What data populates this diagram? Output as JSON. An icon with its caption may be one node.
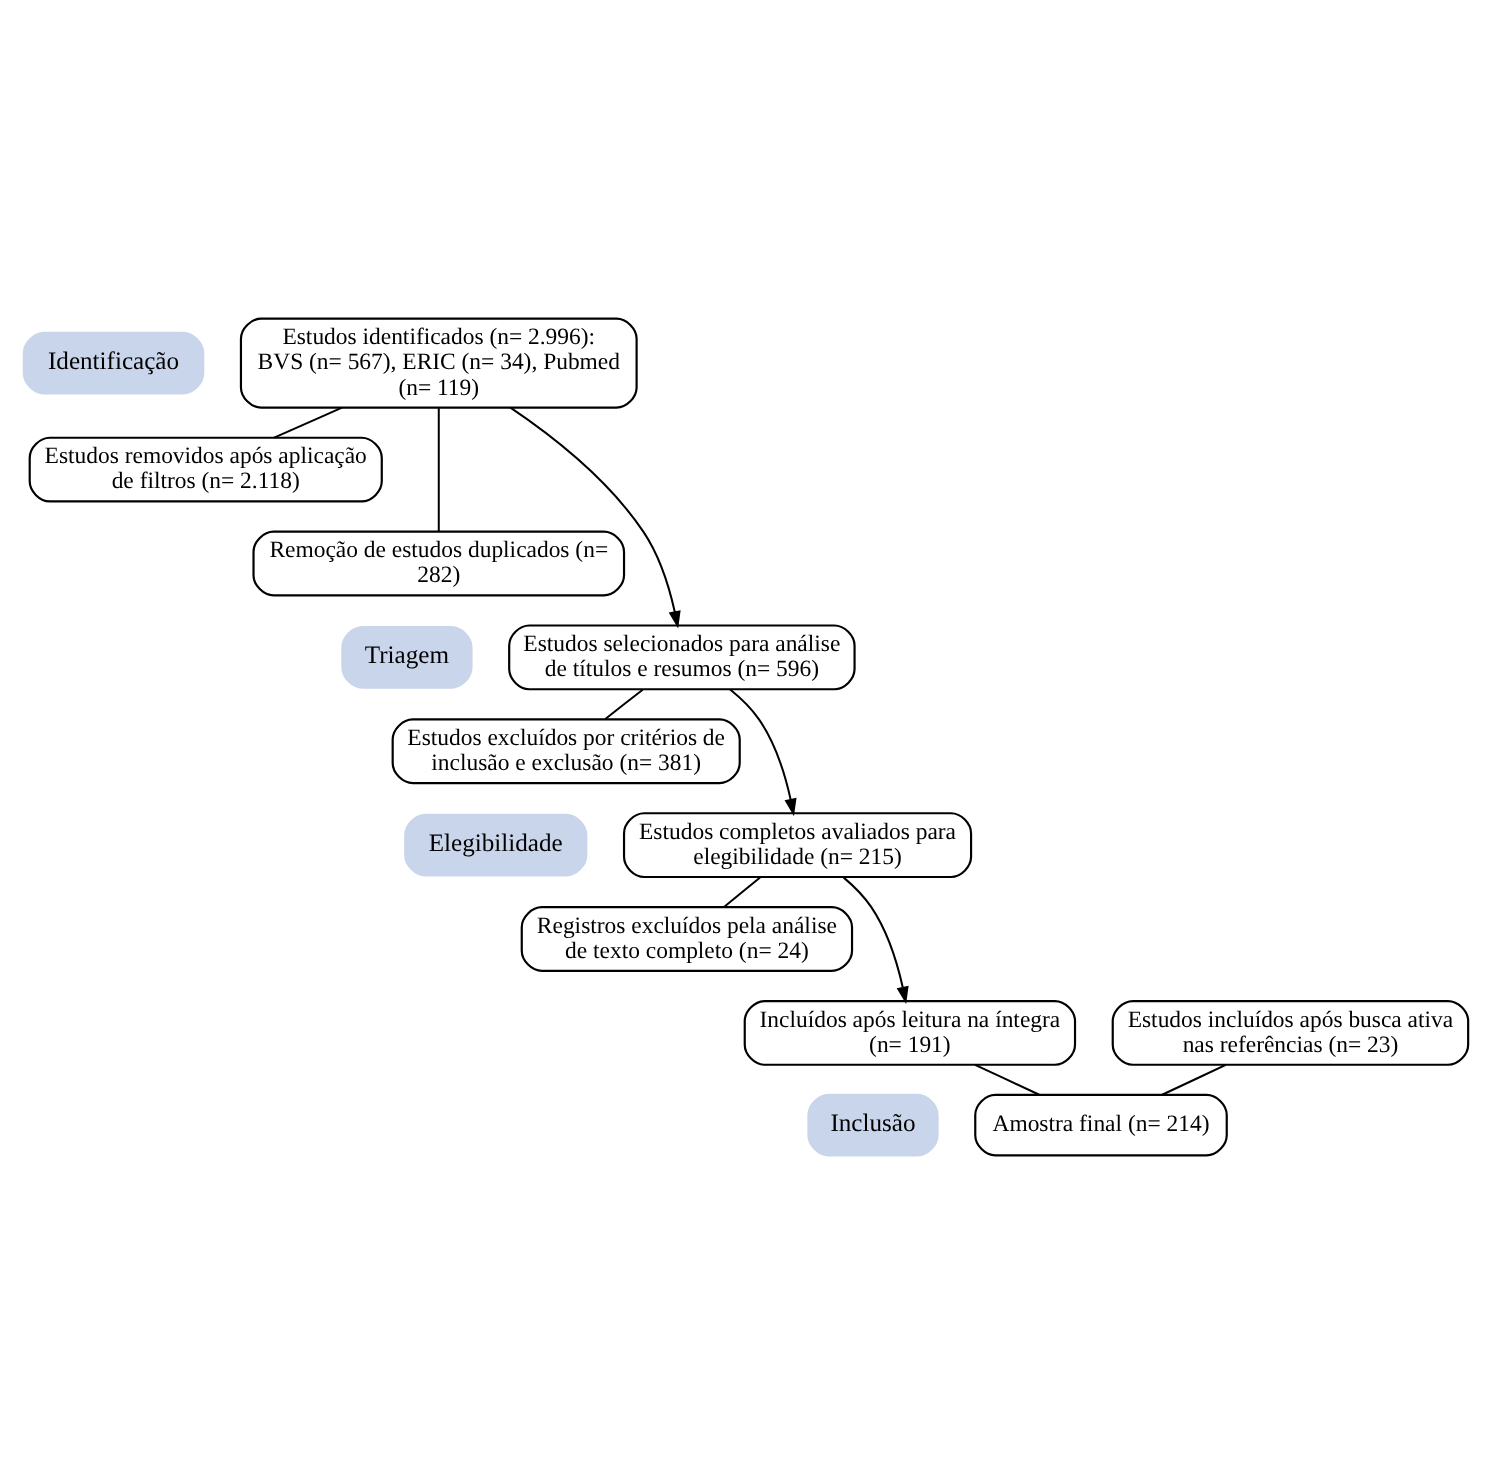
{
  "diagram": {
    "nodes": [
      {
        "text": [
          "Identificação"
        ]
      },
      {
        "text": [
          "Triagem"
        ]
      },
      {
        "text": [
          "Elegibilidade"
        ]
      },
      {
        "text": [
          "Inclusão"
        ]
      },
      {
        "text": [
          "Estudos identificados (n= 2.996): BVS (n= 567), ERIC (n= 34), Pubmed (n= 119)"
        ]
      },
      {
        "text": [
          "Estudos removidos após aplicação de filtros (n= 2.118)"
        ]
      },
      {
        "text": [
          "Remoção de estudos duplicados (n= 282)"
        ]
      },
      {
        "text": [
          "Estudos selecionados para análise de títulos e resumos (n= 596)"
        ]
      },
      {
        "text": [
          "Estudos excluídos por critérios de inclusão e exclusão (n= 381)"
        ]
      },
      {
        "text": [
          "Estudos completos avaliados para elegibilidade (n= 215)"
        ]
      },
      {
        "text": [
          "Registros excluídos pela análise de texto completo (n= 24)"
        ]
      },
      {
        "text": [
          "Incluídos após leitura na íntegra (n= 191)"
        ]
      },
      {
        "text": [
          "Estudos incluídos após busca ativa nas referências (n= 23)"
        ]
      },
      {
        "text": [
          "Amostra final (n= 214)"
        ]
      }
    ],
    "edges": [
      {
        "from": 4,
        "to": 7,
        "arrow": "to"
      },
      {
        "from": 4,
        "to": 5,
        "arrow": "none"
      },
      {
        "from": 4,
        "to": 6,
        "arrow": "none"
      },
      {
        "from": 7,
        "to": 9,
        "arrow": "to"
      },
      {
        "from": 7,
        "to": 8,
        "arrow": "none"
      },
      {
        "from": 9,
        "to": 11,
        "arrow": "to"
      },
      {
        "from": 9,
        "to": 10,
        "arrow": "none"
      },
      {
        "from": 11,
        "to": 13,
        "arrow": "none"
      },
      {
        "from": 12,
        "to": 13,
        "arrow": "none"
      }
    ]
  }
}
